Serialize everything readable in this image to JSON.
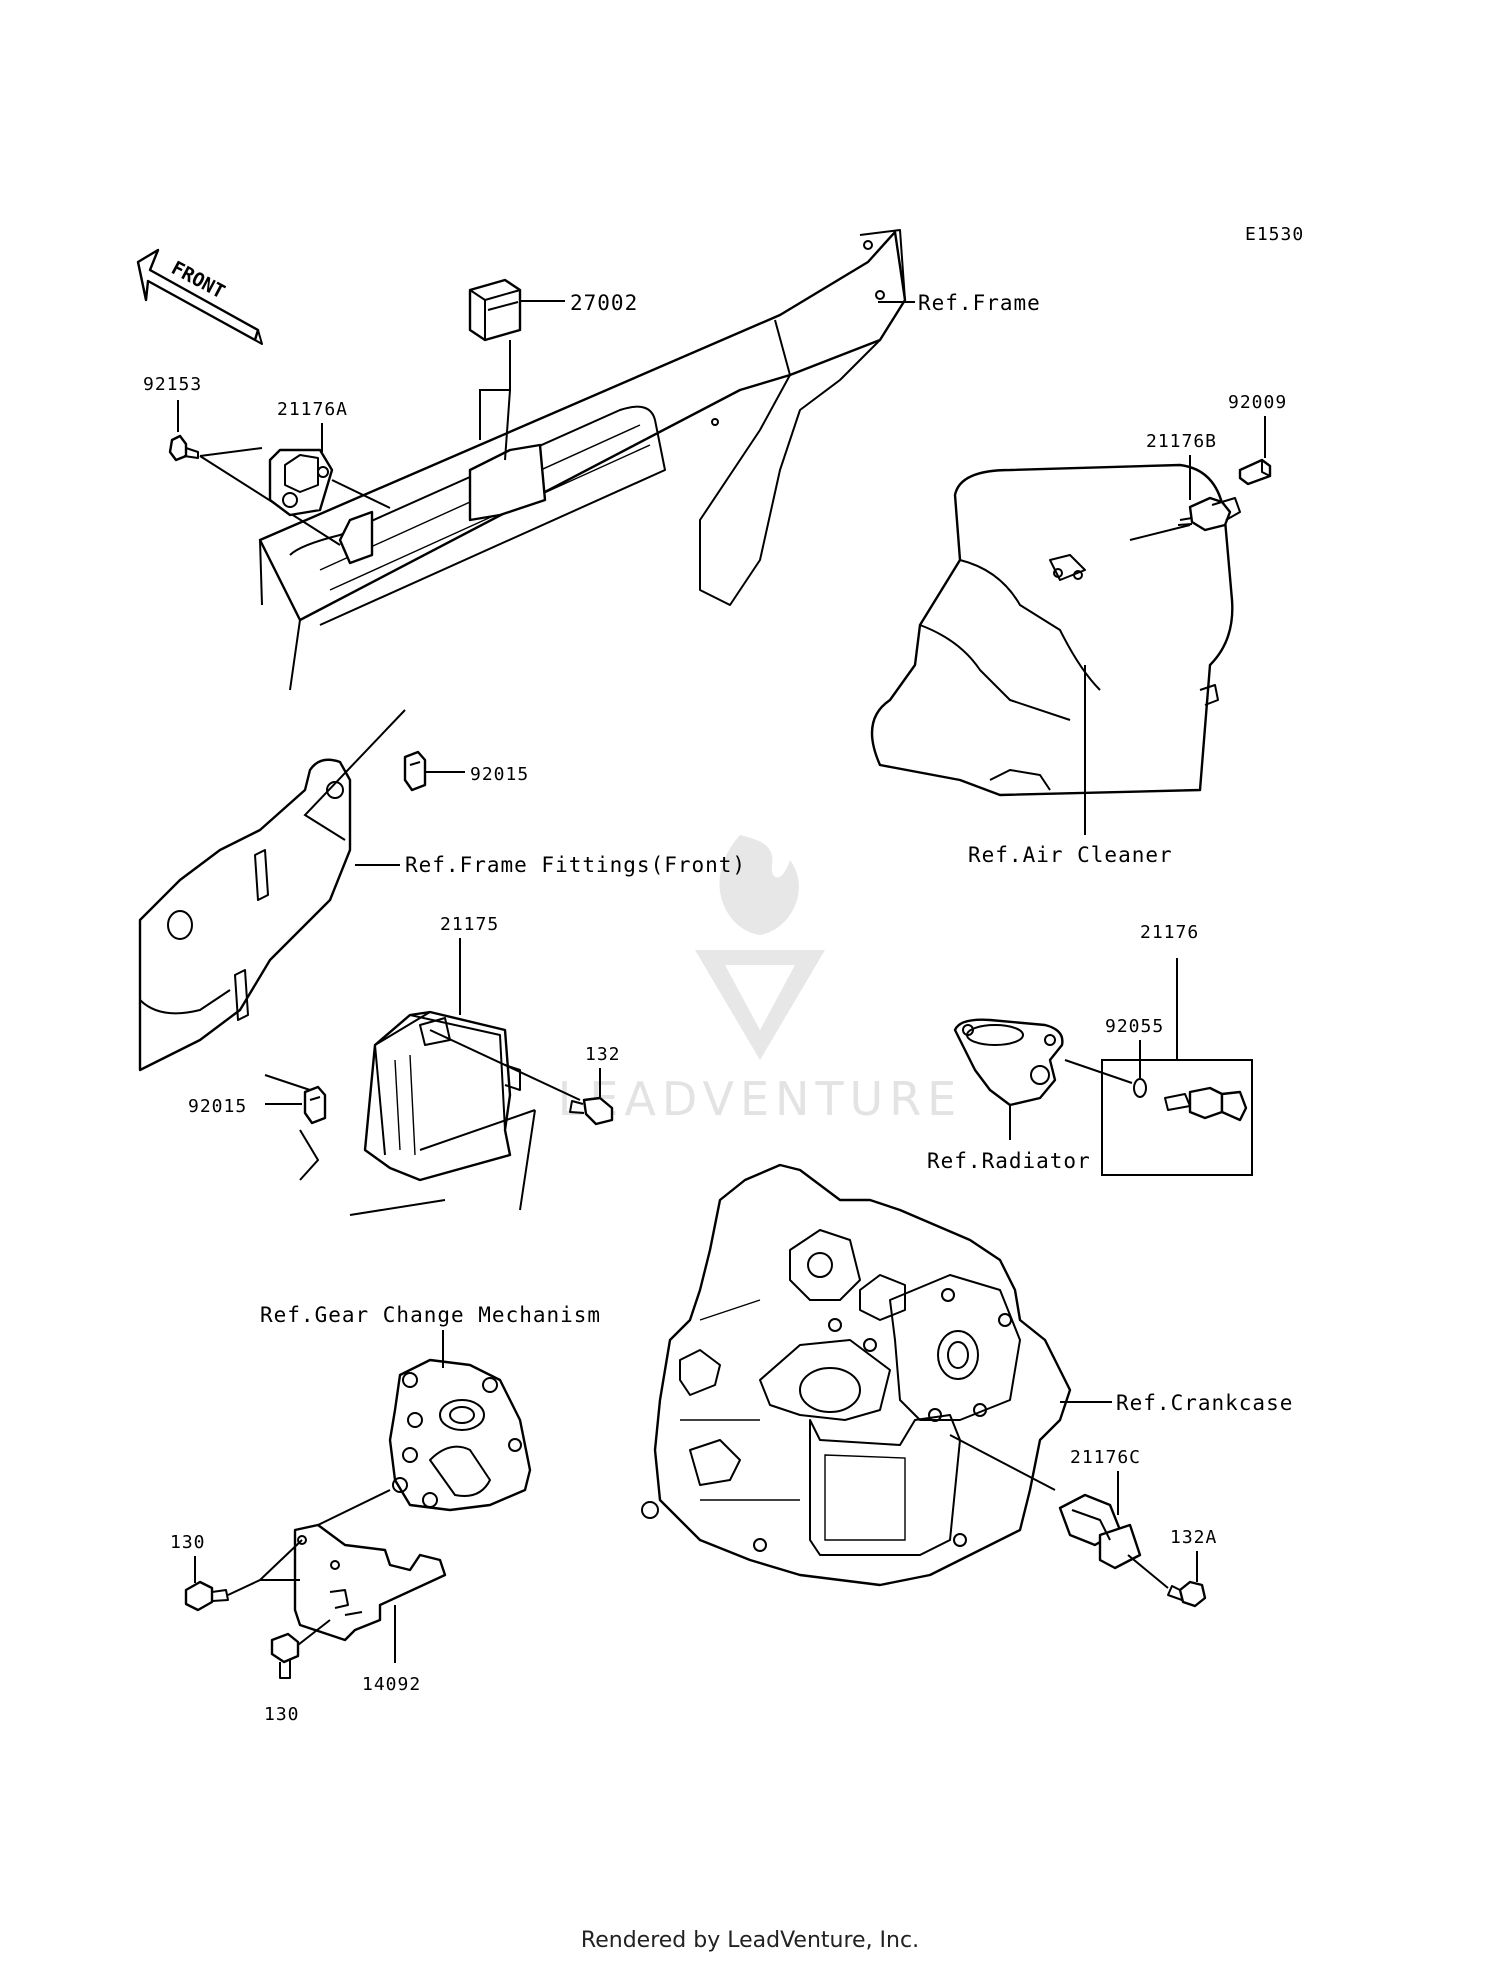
{
  "diagram_code": "E1530",
  "front_label": "FRONT",
  "watermark": "LEADVENTURE",
  "footer": "Rendered by LeadVenture, Inc.",
  "labels": {
    "p27002": "27002",
    "ref_frame": "Ref.Frame",
    "p92153": "92153",
    "p21176A": "21176A",
    "p92009": "92009",
    "p21176B": "21176B",
    "p92015_top": "92015",
    "ref_frame_fittings": "Ref.Frame Fittings(Front)",
    "ref_air_cleaner": "Ref.Air Cleaner",
    "p21175": "21175",
    "p21176": "21176",
    "p92055": "92055",
    "p132": "132",
    "p92015_bottom": "92015",
    "ref_radiator": "Ref.Radiator",
    "ref_gear_change": "Ref.Gear Change Mechanism",
    "ref_crankcase": "Ref.Crankcase",
    "p21176C": "21176C",
    "p130_top": "130",
    "p132A": "132A",
    "p14092": "14092",
    "p130_bottom": "130"
  }
}
